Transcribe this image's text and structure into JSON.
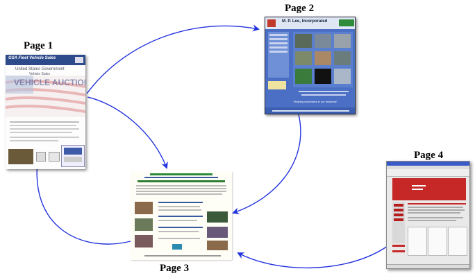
{
  "pages": [
    {
      "id": "page1",
      "label": "Page 1"
    },
    {
      "id": "page2",
      "label": "Page 2"
    },
    {
      "id": "page3",
      "label": "Page 3"
    },
    {
      "id": "page4",
      "label": "Page 4"
    }
  ],
  "page1_thumb": {
    "header": "GSA Fleet Vehicle Sales",
    "line1": "United States Government",
    "line2": "Vehicle Sales",
    "banner": "VEHICLE AUCTION"
  },
  "page2_thumb": {
    "banner": "M. P. Lee, Incorporated",
    "tagline": "\"Helping customers in our business\""
  },
  "colors": {
    "arrow": "#2233dd",
    "page2_bg": "#4a6fc4",
    "page4_red": "#c62828",
    "page3_title": "#2a8a3a"
  }
}
